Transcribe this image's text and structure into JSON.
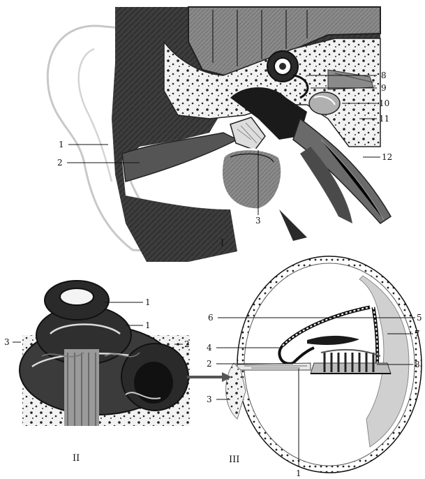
{
  "panels": [
    {
      "id": "I",
      "roman": "I"
    },
    {
      "id": "II",
      "roman": "II"
    },
    {
      "id": "III",
      "roman": "III"
    }
  ],
  "labels": {
    "p1_1": "1",
    "p1_2": "2",
    "p1_3": "3",
    "p1_8": "8",
    "p1_9": "9",
    "p1_10": "10",
    "p1_11": "11",
    "p1_12": "12",
    "p2_1a": "1",
    "p2_1b": "1",
    "p2_2": "2",
    "p2_3": "3",
    "p3_1": "1",
    "p3_2": "2",
    "p3_3": "3",
    "p3_4": "4",
    "p3_5": "5",
    "p3_6": "6",
    "p3_7": "7",
    "p3_8": "8"
  },
  "colors": {
    "ink": "#111111",
    "dark": "#3a3a3a",
    "mid": "#7a7a7a",
    "light": "#bdbdbd",
    "paper": "#ffffff"
  }
}
